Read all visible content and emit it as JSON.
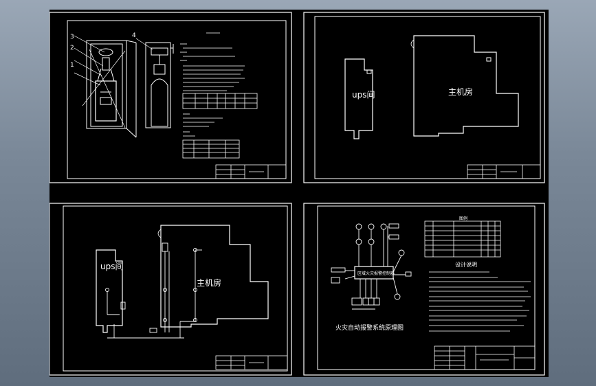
{
  "room_labels": {
    "ups_room": "ups间",
    "main_room": "主机房"
  },
  "sheet4": {
    "diagram_title": "火灾自动报警系统原理图",
    "notes_heading": "设计说明",
    "controller_label": "区域火灾报警控制器",
    "legend_heading": "图例"
  },
  "sheet1": {
    "callouts": [
      "1",
      "2",
      "3",
      "4"
    ]
  },
  "colors": {
    "canvas": "#000000",
    "line": "#ffffff",
    "background": "#7a8898"
  }
}
